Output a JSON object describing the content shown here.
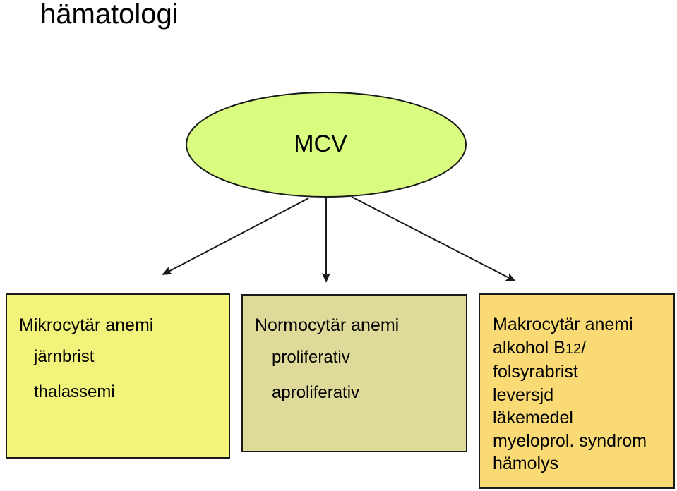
{
  "title": "hämatologi",
  "ellipse": {
    "label": "MCV",
    "fill": "#d9fb80"
  },
  "boxes": [
    {
      "heading": "Mikrocytär anemi",
      "items": [
        "järnbrist",
        "thalassemi"
      ],
      "fill": "#f2f37a"
    },
    {
      "heading": "Normocytär anemi",
      "items": [
        "proliferativ",
        "aproliferativ"
      ],
      "fill": "#dedb9a"
    },
    {
      "heading": "Makrocytär anemi",
      "items": [
        {
          "prefix": "alkohol B",
          "digits": "12",
          "suffix": "/"
        },
        "folsyrabrist",
        "leversjd",
        "läkemedel",
        "myeloprol. syndrom",
        "hämolys"
      ],
      "fill": "#f9da74"
    }
  ]
}
